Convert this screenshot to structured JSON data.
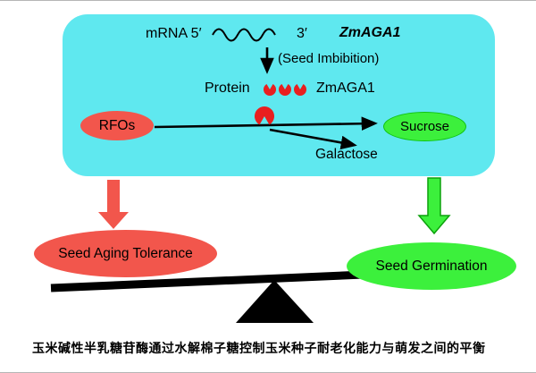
{
  "panel": {
    "mrna_label": "mRNA 5′",
    "three_prime_label": "3′",
    "gene_name": "ZmAGA1",
    "imbibition_label": "(Seed Imbibition)",
    "protein_label": "Protein",
    "protein_name": "ZmAGA1",
    "rfos_label": "RFOs",
    "sucrose_label": "Sucrose",
    "galactose_label": "Galactose"
  },
  "balance": {
    "left_label": "Seed Aging Tolerance",
    "right_label": "Seed Germination"
  },
  "caption": "玉米碱性半乳糖苷酶通过水解棉子糖控制玉米种子耐老化能力与萌发之间的平衡",
  "colors": {
    "panel_cyan": "#5fe8ef",
    "red": "#f2564c",
    "green": "#3cf03c",
    "enzyme_red": "#e81f1f",
    "black": "#000000"
  }
}
